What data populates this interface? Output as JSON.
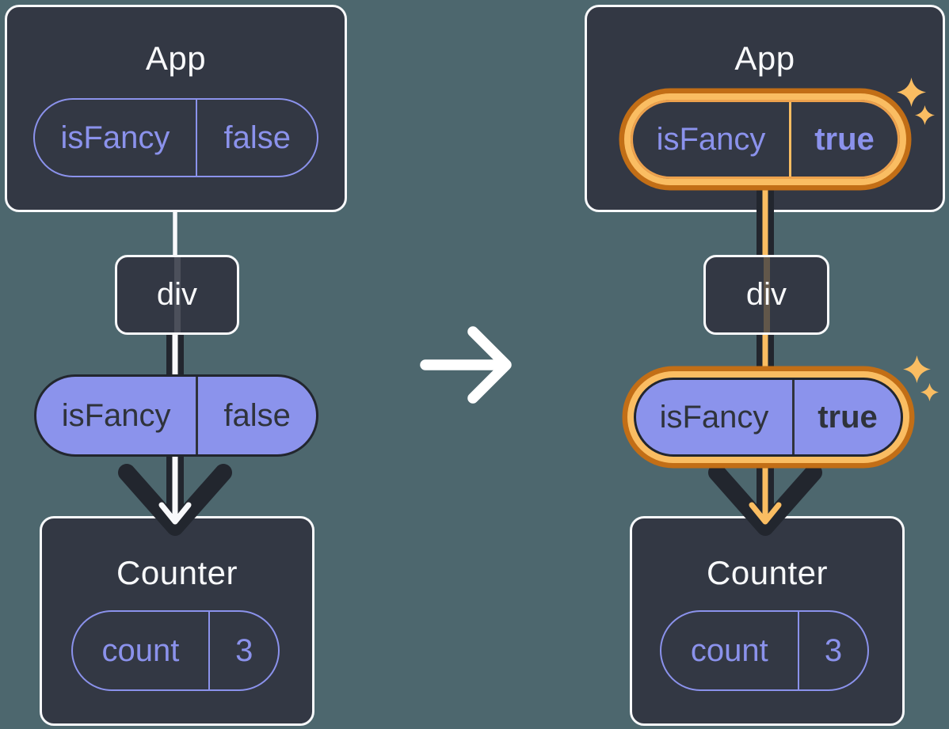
{
  "palette": {
    "background": "#4d676e",
    "card_bg": "#333844",
    "card_border": "#f8f9fb",
    "purple": "#8b92ec",
    "purple_fill": "#8b93ec",
    "dark_text": "#2f333b",
    "arrow_dark": "#22262e",
    "arrow_white": "#f8f9fb",
    "highlight_orange_light": "#fabd62",
    "highlight_orange_dark": "#c26e16"
  },
  "before": {
    "app": {
      "title": "App",
      "state": {
        "key": "isFancy",
        "value": "false"
      }
    },
    "container": {
      "label": "div"
    },
    "prop": {
      "key": "isFancy",
      "value": "false"
    },
    "counter": {
      "title": "Counter",
      "state": {
        "key": "count",
        "value": "3"
      }
    }
  },
  "after": {
    "app": {
      "title": "App",
      "state": {
        "key": "isFancy",
        "value": "true"
      }
    },
    "container": {
      "label": "div"
    },
    "prop": {
      "key": "isFancy",
      "value": "true"
    },
    "counter": {
      "title": "Counter",
      "state": {
        "key": "count",
        "value": "3"
      }
    }
  }
}
